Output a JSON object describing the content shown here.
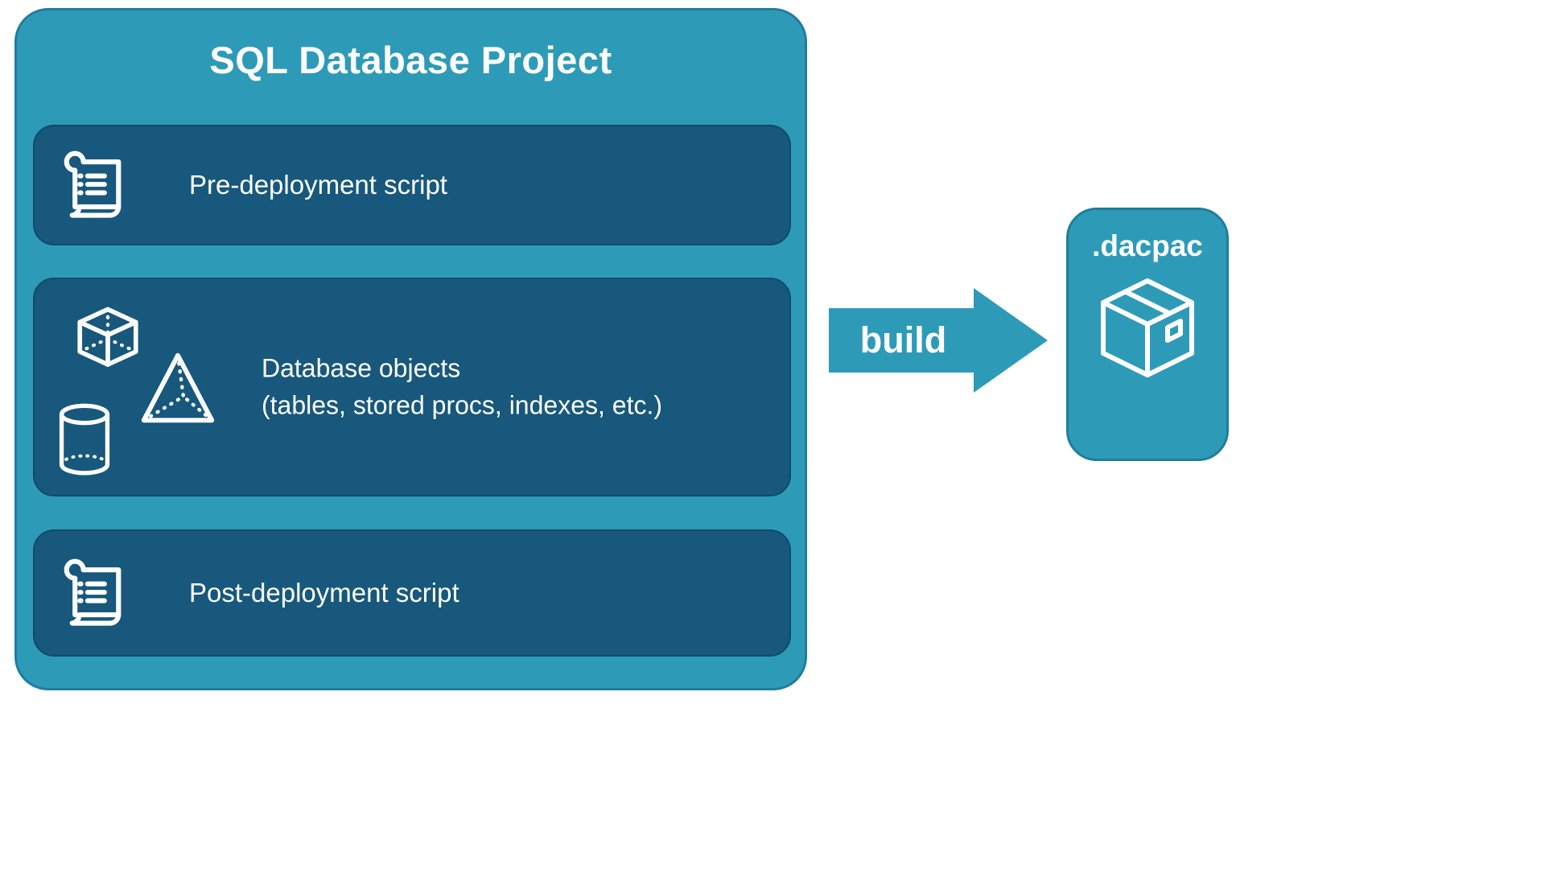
{
  "diagram": {
    "container": {
      "title": "SQL Database Project"
    },
    "boxes": [
      {
        "label": "Pre-deployment script",
        "icon": "scroll-icon"
      },
      {
        "label_line1": "Database objects",
        "label_line2": "(tables, stored procs, indexes, etc.)",
        "icons": [
          "cube-icon",
          "pyramid-icon",
          "cylinder-icon"
        ]
      },
      {
        "label": "Post-deployment script",
        "icon": "scroll-icon"
      }
    ],
    "arrow": {
      "label": "build"
    },
    "output": {
      "label": ".dacpac",
      "icon": "package-icon"
    },
    "colors": {
      "container_fill": "#2D9BB8",
      "container_border": "#1E7E9C",
      "inner_fill": "#17587C",
      "inner_border": "#0F4B6C",
      "arrow_fill": "#2D9BB8",
      "text": "#FFFFFF",
      "background": "#FFFFFF"
    }
  }
}
